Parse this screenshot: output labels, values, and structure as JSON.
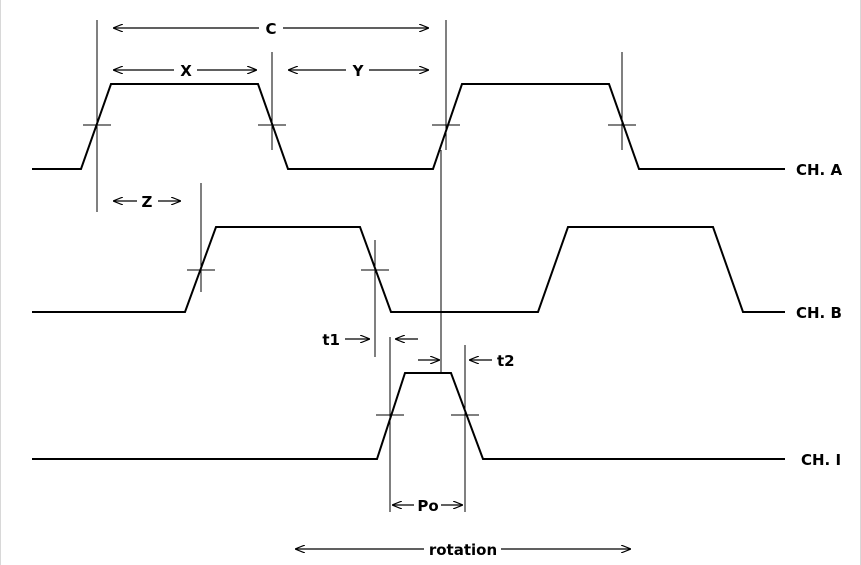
{
  "channels": [
    {
      "id": "a",
      "label": "CH. A"
    },
    {
      "id": "b",
      "label": "CH. B"
    },
    {
      "id": "i",
      "label": "CH. I"
    }
  ],
  "dimensions": {
    "c": "C",
    "x": "X",
    "y": "Y",
    "z": "Z",
    "t1": "t1",
    "t2": "t2",
    "po": "Po",
    "rotation": "rotation"
  }
}
